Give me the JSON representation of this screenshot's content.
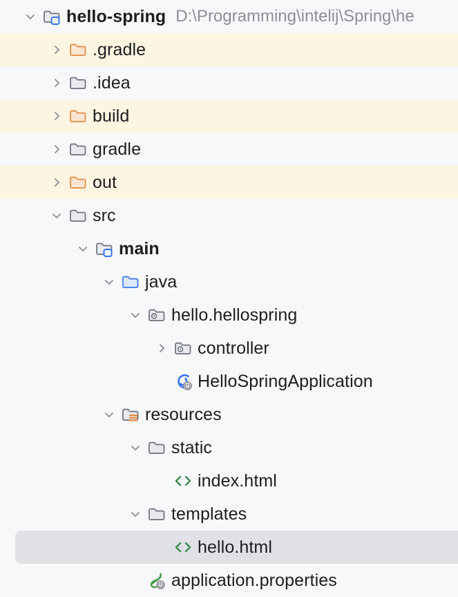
{
  "app": "IntelliJ IDEA Project tool window",
  "colors": {
    "background": "#F7F8FA",
    "excluded_row": "#FDF4E1",
    "selected_row": "#DFE1E5",
    "text": "#1B1D20",
    "path_text": "#8C8F96",
    "folder_gray": "#6C707E",
    "folder_orange": "#E08A3C",
    "source_blue": "#3574F0",
    "html_green": "#3A8C4E",
    "spring_green": "#49A45A"
  },
  "tree": {
    "root_path": "D:\\Programming\\intelij\\Spring\\he",
    "nodes": [
      {
        "label": "hello-spring",
        "path": "D:\\Programming\\intelij\\Spring\\he",
        "depth": 0,
        "icon": "module-folder-icon",
        "state": "expanded",
        "bold": true,
        "row_style": "normal"
      },
      {
        "label": ".gradle",
        "depth": 1,
        "icon": "folder-excluded-icon",
        "state": "collapsed",
        "bold": false,
        "row_style": "excluded"
      },
      {
        "label": ".idea",
        "depth": 1,
        "icon": "folder-icon",
        "state": "collapsed",
        "bold": false,
        "row_style": "normal"
      },
      {
        "label": "build",
        "depth": 1,
        "icon": "folder-excluded-icon",
        "state": "collapsed",
        "bold": false,
        "row_style": "excluded"
      },
      {
        "label": "gradle",
        "depth": 1,
        "icon": "folder-icon",
        "state": "collapsed",
        "bold": false,
        "row_style": "normal"
      },
      {
        "label": "out",
        "depth": 1,
        "icon": "folder-excluded-icon",
        "state": "collapsed",
        "bold": false,
        "row_style": "excluded"
      },
      {
        "label": "src",
        "depth": 1,
        "icon": "folder-icon",
        "state": "expanded",
        "bold": false,
        "row_style": "normal"
      },
      {
        "label": "main",
        "depth": 2,
        "icon": "module-folder-icon",
        "state": "expanded",
        "bold": true,
        "row_style": "normal"
      },
      {
        "label": "java",
        "depth": 3,
        "icon": "source-root-folder-icon",
        "state": "expanded",
        "bold": false,
        "row_style": "normal"
      },
      {
        "label": "hello.hellospring",
        "depth": 4,
        "icon": "package-icon",
        "state": "expanded",
        "bold": false,
        "row_style": "normal"
      },
      {
        "label": "controller",
        "depth": 5,
        "icon": "package-icon",
        "state": "collapsed",
        "bold": false,
        "row_style": "normal"
      },
      {
        "label": "HelloSpringApplication",
        "depth": 5,
        "icon": "spring-boot-class-icon",
        "state": "leaf",
        "bold": false,
        "row_style": "normal"
      },
      {
        "label": "resources",
        "depth": 3,
        "icon": "resources-root-folder-icon",
        "state": "expanded",
        "bold": false,
        "row_style": "normal"
      },
      {
        "label": "static",
        "depth": 4,
        "icon": "folder-icon",
        "state": "expanded",
        "bold": false,
        "row_style": "normal"
      },
      {
        "label": "index.html",
        "depth": 5,
        "icon": "html-file-icon",
        "state": "leaf",
        "bold": false,
        "row_style": "normal"
      },
      {
        "label": "templates",
        "depth": 4,
        "icon": "folder-icon",
        "state": "expanded",
        "bold": false,
        "row_style": "normal"
      },
      {
        "label": "hello.html",
        "depth": 5,
        "icon": "html-file-icon",
        "state": "leaf",
        "bold": false,
        "row_style": "selected"
      },
      {
        "label": "application.properties",
        "depth": 4,
        "icon": "spring-properties-icon",
        "state": "leaf",
        "bold": false,
        "row_style": "normal"
      }
    ]
  }
}
